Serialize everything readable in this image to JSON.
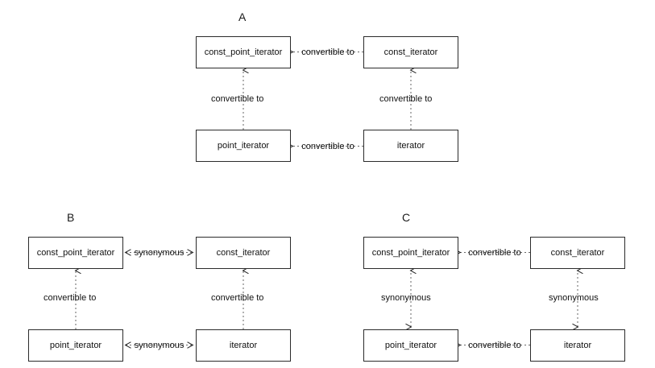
{
  "figure": {
    "background": "#ffffff",
    "line_color": "#555555",
    "box_border_color": "#2b2b2b",
    "text_color": "#111111"
  },
  "panels": [
    {
      "id": "A",
      "label": "A",
      "nodes": {
        "top_left": "const_point_iterator",
        "top_right": "const_iterator",
        "bottom_left": "point_iterator",
        "bottom_right": "iterator"
      },
      "edges": {
        "top_horizontal": "convertible to",
        "bottom_horizontal": "convertible to",
        "left_vertical": "convertible to",
        "right_vertical": "convertible to"
      }
    },
    {
      "id": "B",
      "label": "B",
      "nodes": {
        "top_left": "const_point_iterator",
        "top_right": "const_iterator",
        "bottom_left": "point_iterator",
        "bottom_right": "iterator"
      },
      "edges": {
        "top_horizontal": "synonymous",
        "bottom_horizontal": "synonymous",
        "left_vertical": "convertible to",
        "right_vertical": "convertible to"
      }
    },
    {
      "id": "C",
      "label": "C",
      "nodes": {
        "top_left": "const_point_iterator",
        "top_right": "const_iterator",
        "bottom_left": "point_iterator",
        "bottom_right": "iterator"
      },
      "edges": {
        "top_horizontal": "convertible to",
        "bottom_horizontal": "convertible to",
        "left_vertical": "synonymous",
        "right_vertical": "synonymous"
      }
    }
  ]
}
